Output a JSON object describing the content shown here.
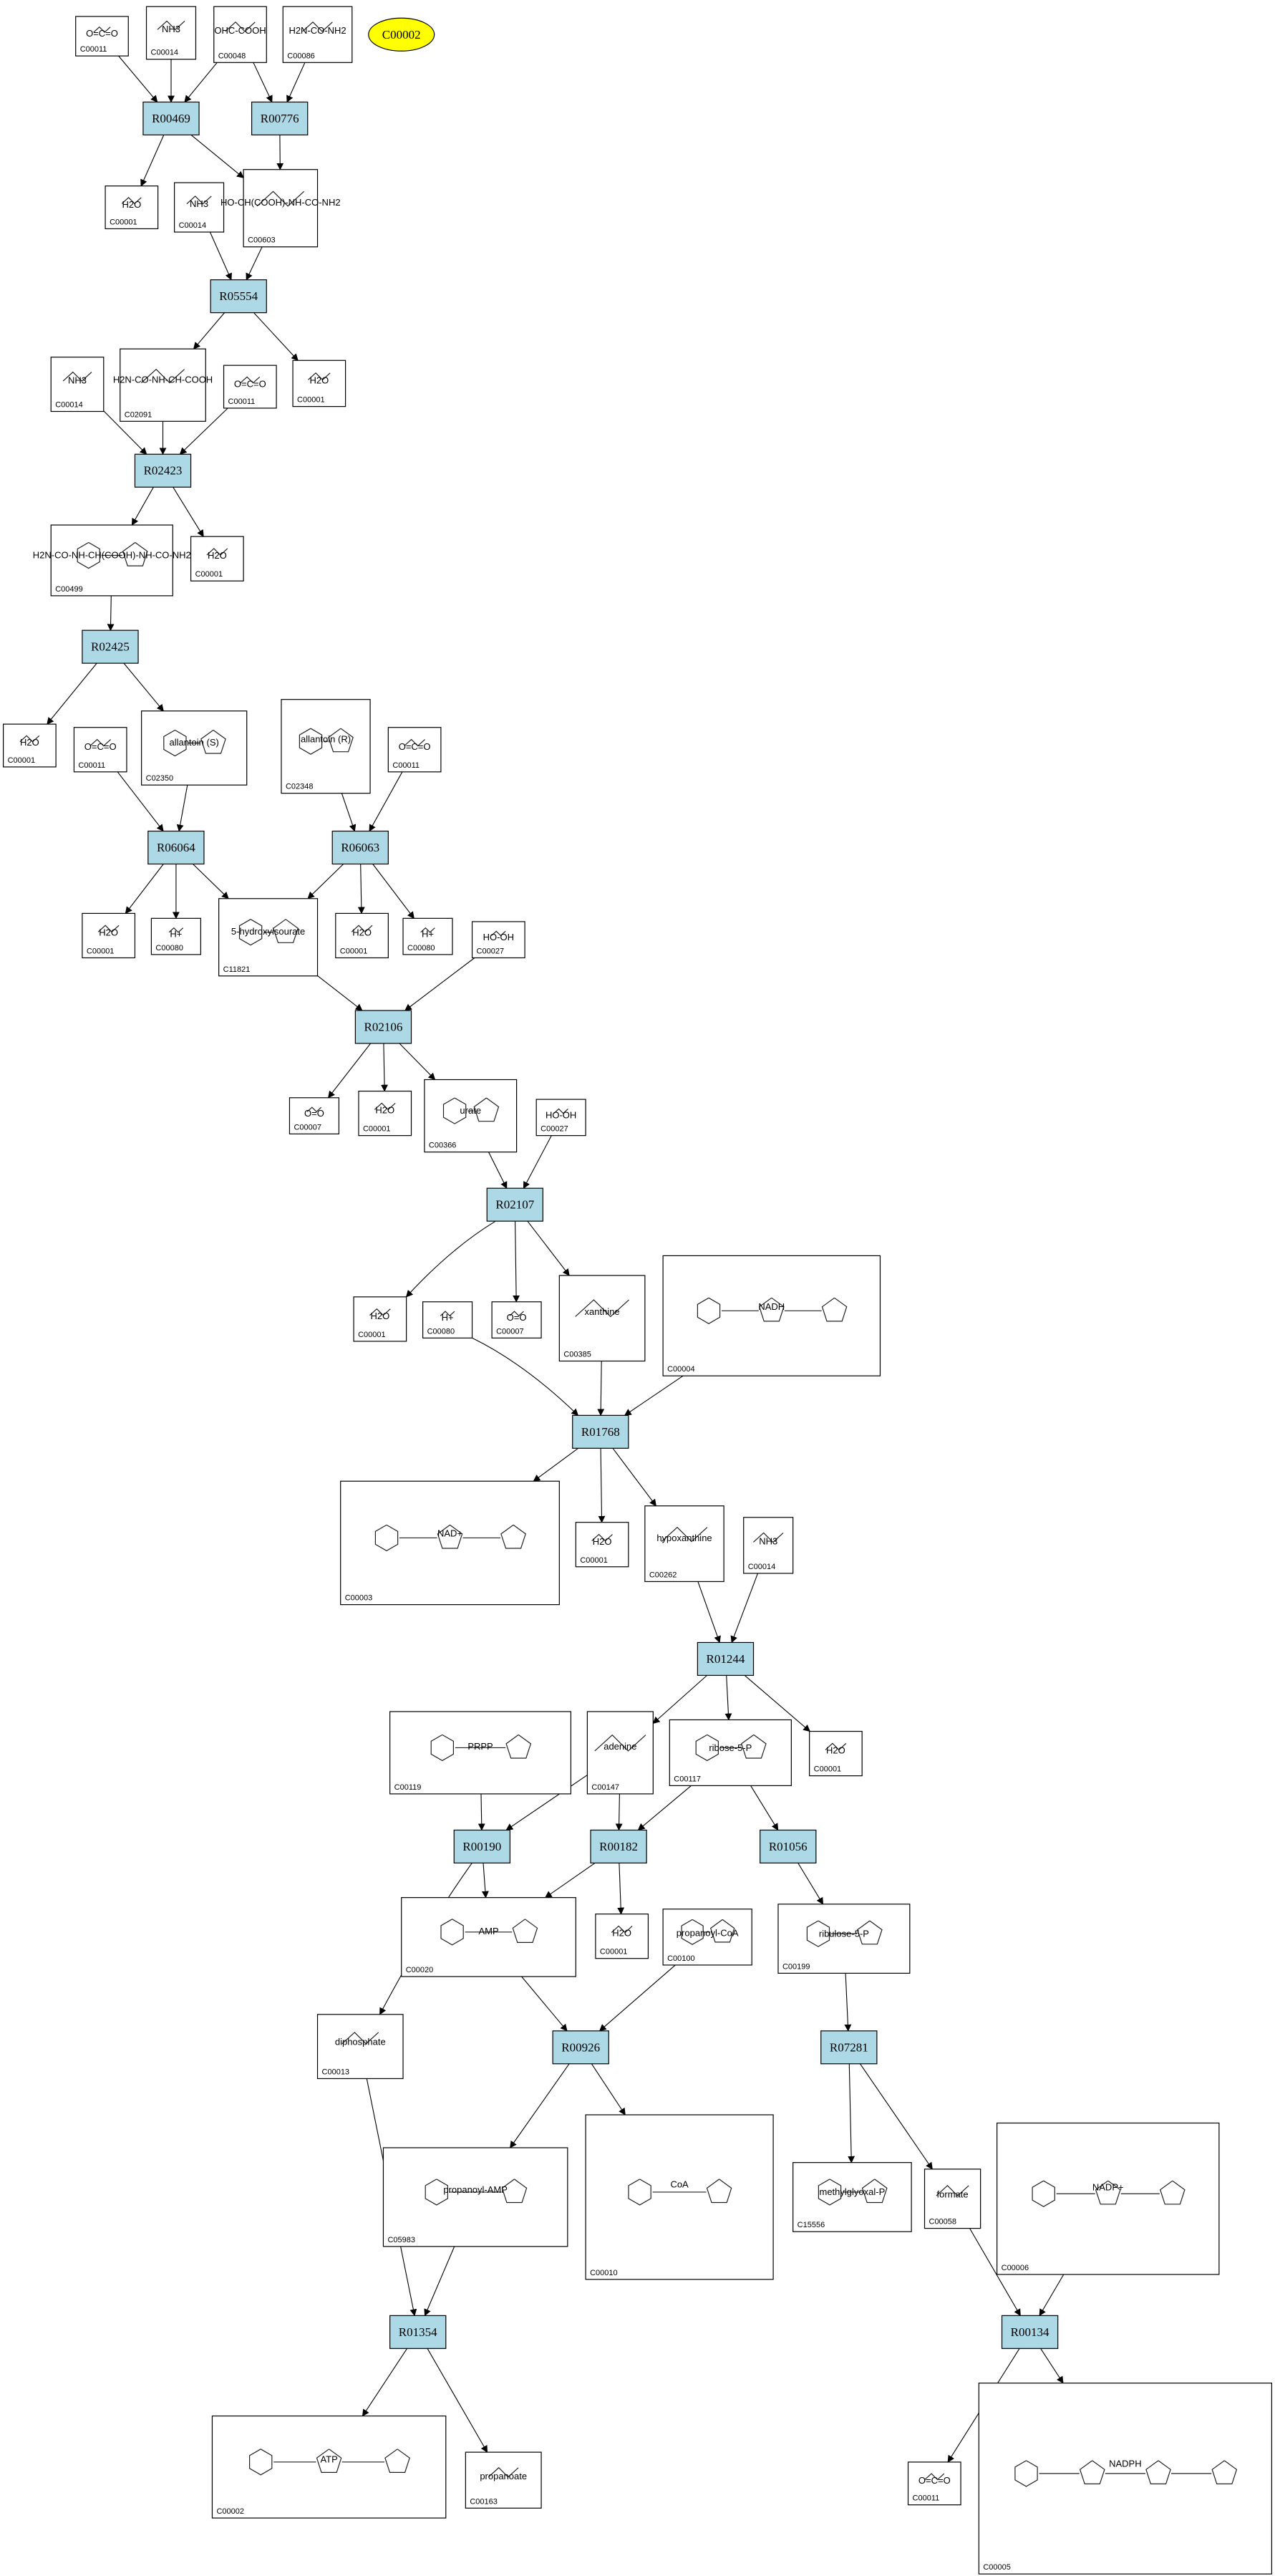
{
  "diagram": {
    "target": "C00002",
    "reactions": [
      "R00469",
      "R00776",
      "R05554",
      "R02423",
      "R02425",
      "R06064",
      "R06063",
      "R02106",
      "R02107",
      "R01768",
      "R01244",
      "R00190",
      "R00182",
      "R01056",
      "R00926",
      "R07281",
      "R01354",
      "R00134"
    ],
    "compounds": [
      {
        "key": "c1",
        "id": "C00011",
        "formula": "O=C=O"
      },
      {
        "key": "c2",
        "id": "C00014",
        "formula": "NH3"
      },
      {
        "key": "c3",
        "id": "C00048",
        "formula": "OHC-COOH"
      },
      {
        "key": "c4",
        "id": "C00086",
        "formula": "H2N-CO-NH2"
      },
      {
        "key": "c5",
        "id": "C00001",
        "formula": "H2O"
      },
      {
        "key": "c6",
        "id": "C00014",
        "formula": "NH3"
      },
      {
        "key": "c7",
        "id": "C00603",
        "formula": "HO-CH(COOH)-NH-CO-NH2"
      },
      {
        "key": "c8",
        "id": "C00014",
        "formula": "NH3"
      },
      {
        "key": "c9",
        "id": "C02091",
        "formula": "H2N-CO-NH-CH-COOH"
      },
      {
        "key": "c10",
        "id": "C00011",
        "formula": "O=C=O"
      },
      {
        "key": "c11",
        "id": "C00001",
        "formula": "H2O"
      },
      {
        "key": "c12",
        "id": "C00499",
        "formula": "H2N-CO-NH-CH(COOH)-NH-CO-NH2"
      },
      {
        "key": "c13",
        "id": "C00001",
        "formula": "H2O"
      },
      {
        "key": "c14",
        "id": "C00001",
        "formula": "H2O"
      },
      {
        "key": "c15",
        "id": "C00011",
        "formula": "O=C=O"
      },
      {
        "key": "c16",
        "id": "C02350",
        "formula": "allantoin (S)"
      },
      {
        "key": "c17",
        "id": "C02348",
        "formula": "allantoin (R)"
      },
      {
        "key": "c18",
        "id": "C00011",
        "formula": "O=C=O"
      },
      {
        "key": "c19",
        "id": "C00001",
        "formula": "H2O"
      },
      {
        "key": "c20",
        "id": "C00080",
        "formula": "H+"
      },
      {
        "key": "c21",
        "id": "C11821",
        "formula": "5-hydroxyisourate"
      },
      {
        "key": "c22",
        "id": "C00001",
        "formula": "H2O"
      },
      {
        "key": "c23",
        "id": "C00080",
        "formula": "H+"
      },
      {
        "key": "c24",
        "id": "C00027",
        "formula": "HO-OH"
      },
      {
        "key": "c25",
        "id": "C00007",
        "formula": "O=O"
      },
      {
        "key": "c26",
        "id": "C00001",
        "formula": "H2O"
      },
      {
        "key": "c27",
        "id": "C00366",
        "formula": "urate"
      },
      {
        "key": "c28",
        "id": "C00027",
        "formula": "HO-OH"
      },
      {
        "key": "c29",
        "id": "C00001",
        "formula": "H2O"
      },
      {
        "key": "c30",
        "id": "C00080",
        "formula": "H+"
      },
      {
        "key": "c31",
        "id": "C00007",
        "formula": "O=O"
      },
      {
        "key": "c32",
        "id": "C00385",
        "formula": "xanthine"
      },
      {
        "key": "c33",
        "id": "C00004",
        "formula": "NADH"
      },
      {
        "key": "c34",
        "id": "C00003",
        "formula": "NAD+"
      },
      {
        "key": "c35",
        "id": "C00001",
        "formula": "H2O"
      },
      {
        "key": "c36",
        "id": "C00262",
        "formula": "hypoxanthine"
      },
      {
        "key": "c37",
        "id": "C00014",
        "formula": "NH3"
      },
      {
        "key": "c38",
        "id": "C00119",
        "formula": "PRPP"
      },
      {
        "key": "c39",
        "id": "C00147",
        "formula": "adenine"
      },
      {
        "key": "c40",
        "id": "C00117",
        "formula": "ribose-5-P"
      },
      {
        "key": "c41",
        "id": "C00001",
        "formula": "H2O"
      },
      {
        "key": "c42",
        "id": "C00020",
        "formula": "AMP"
      },
      {
        "key": "c43",
        "id": "C00001",
        "formula": "H2O"
      },
      {
        "key": "c44",
        "id": "C00100",
        "formula": "propanoyl-CoA"
      },
      {
        "key": "c45",
        "id": "C00199",
        "formula": "ribulose-5-P"
      },
      {
        "key": "c46",
        "id": "C00013",
        "formula": "diphosphate"
      },
      {
        "key": "c47",
        "id": "C05983",
        "formula": "propanoyl-AMP"
      },
      {
        "key": "c48",
        "id": "C00010",
        "formula": "CoA"
      },
      {
        "key": "c49",
        "id": "C15556",
        "formula": "methylglyoxal-P"
      },
      {
        "key": "c50",
        "id": "C00058",
        "formula": "formate"
      },
      {
        "key": "c51",
        "id": "C00006",
        "formula": "NADP+"
      },
      {
        "key": "c52",
        "id": "C00002",
        "formula": "ATP"
      },
      {
        "key": "c53",
        "id": "C00163",
        "formula": "propanoate"
      },
      {
        "key": "c54",
        "id": "C00011",
        "formula": "O=C=O"
      },
      {
        "key": "c55",
        "id": "C00005",
        "formula": "NADPH"
      }
    ]
  }
}
